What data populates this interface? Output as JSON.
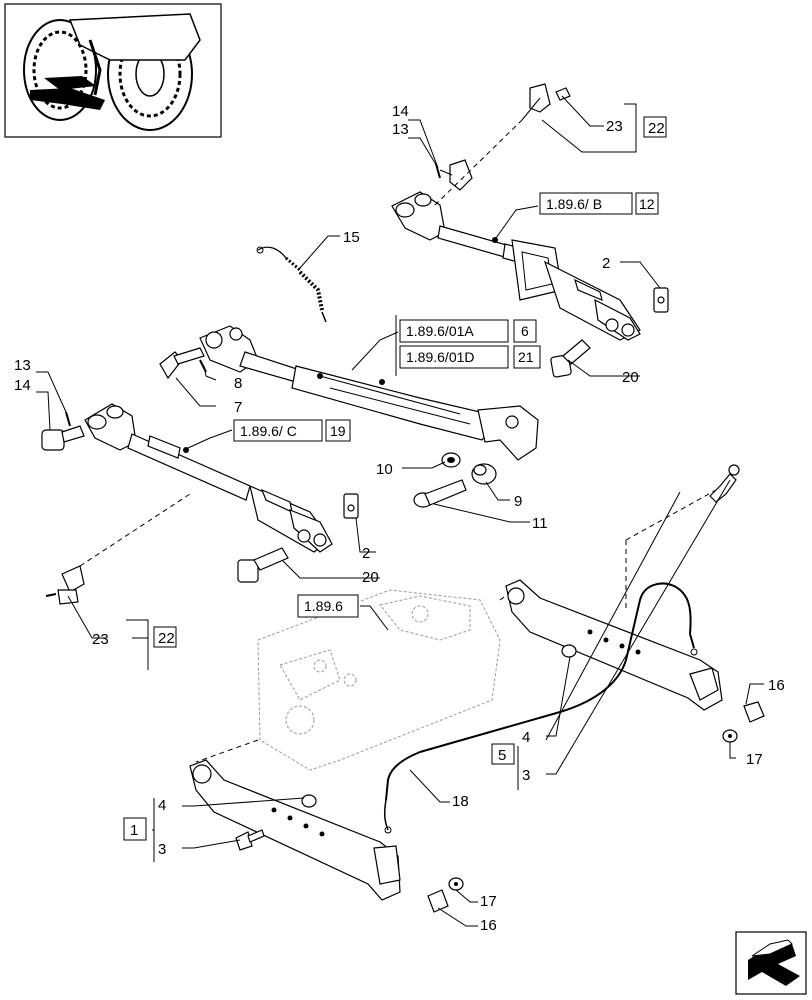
{
  "callouts": {
    "c14_top": "14",
    "c13_top": "13",
    "c23_top": "23",
    "c22_top": "22",
    "c15": "15",
    "c2_top": "2",
    "c20_top": "20",
    "c13_left": "13",
    "c14_left": "14",
    "c8": "8",
    "c7": "7",
    "c10": "10",
    "c9": "9",
    "c11": "11",
    "c2_mid": "2",
    "c20_mid": "20",
    "c23_left": "23",
    "c22_left": "22",
    "c16_right": "16",
    "c17_right": "17",
    "c4_right": "4",
    "c5": "5",
    "c3_right": "3",
    "c18": "18",
    "c4_left": "4",
    "c1": "1",
    "c3_left": "3",
    "c17_bottom": "17",
    "c16_bottom": "16"
  },
  "references": {
    "ref_b": "1.89.6/ B",
    "ref_b_page": "12",
    "ref_01a": "1.89.6/01A",
    "ref_01a_page": "6",
    "ref_01d": "1.89.6/01D",
    "ref_01d_page": "21",
    "ref_c": "1.89.6/ C",
    "ref_c_page": "19",
    "ref_main": "1.89.6"
  },
  "icons": {
    "thumbnail": "tractor-rear-thumbnail",
    "nav": "next-page-arrow-icon"
  }
}
